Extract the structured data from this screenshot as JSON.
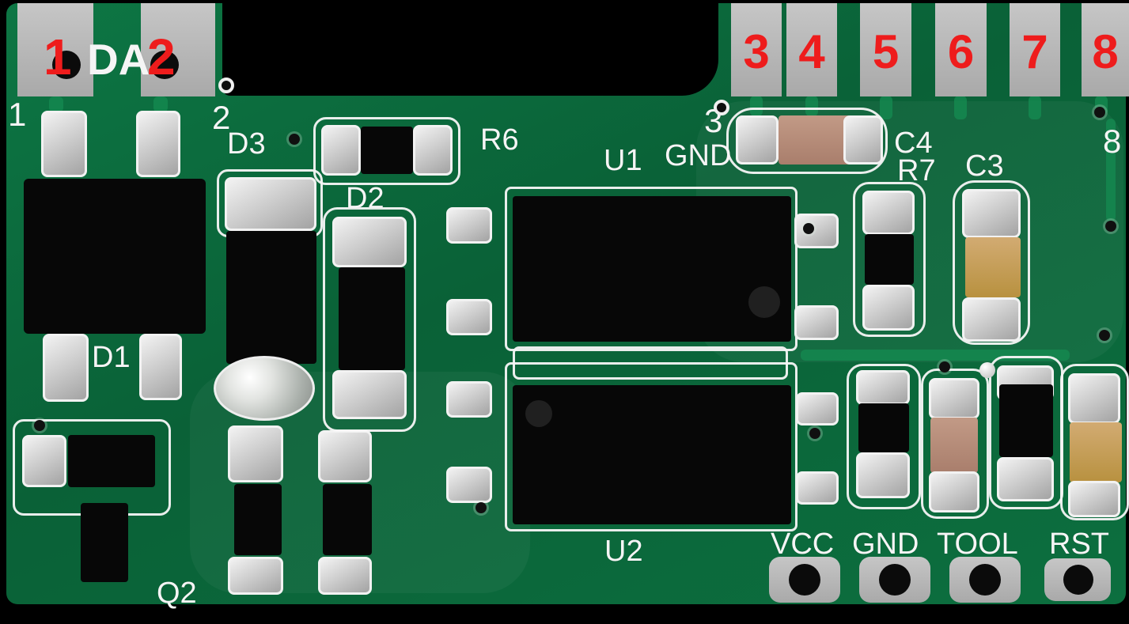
{
  "pcb": {
    "red_pin_labels": [
      "1",
      "2",
      "3",
      "4",
      "5",
      "6",
      "7",
      "8"
    ],
    "silkscreen": {
      "da": "DA",
      "pin1": "1",
      "pin2": "2",
      "pin3": "3",
      "pin8": "8",
      "gnd_top": "GND",
      "u1": "U1",
      "u2": "U2",
      "d1": "D1",
      "d2": "D2",
      "d3": "D3",
      "q2": "Q2",
      "r6": "R6",
      "r7": "R7",
      "c3": "C3",
      "c4": "C4"
    },
    "bottom_pads": [
      {
        "label": "VCC"
      },
      {
        "label": "GND"
      },
      {
        "label": "TOOL"
      },
      {
        "label": "RST"
      }
    ],
    "colors": {
      "board_green": "#0b6e3e",
      "trace_green": "#148a50",
      "pad_gray": "#b8b8b8",
      "silkscreen_white": "#f5f5f5",
      "label_red": "#ee1c1c",
      "component_black": "#070707",
      "capacitor_brown": "#ad8572",
      "capacitor_tan": "#c9a35c",
      "solder_silver": "#d9d9d9"
    }
  }
}
